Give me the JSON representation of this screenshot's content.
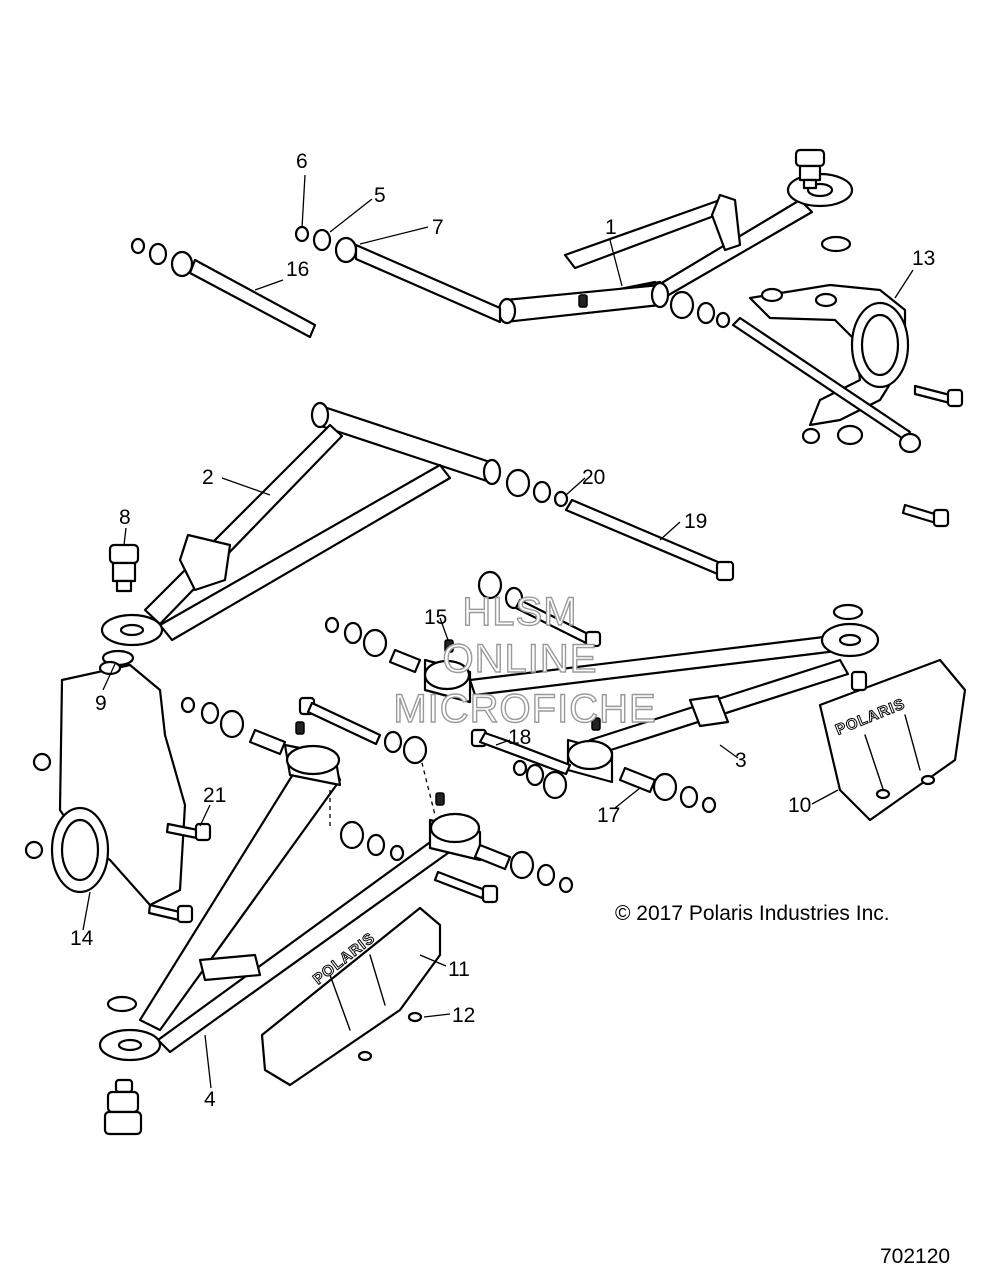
{
  "callouts": [
    {
      "id": "c1",
      "label": "1"
    },
    {
      "id": "c2",
      "label": "2"
    },
    {
      "id": "c3",
      "label": "3"
    },
    {
      "id": "c4",
      "label": "4"
    },
    {
      "id": "c5",
      "label": "5"
    },
    {
      "id": "c6",
      "label": "6"
    },
    {
      "id": "c7",
      "label": "7"
    },
    {
      "id": "c8",
      "label": "8"
    },
    {
      "id": "c9",
      "label": "9"
    },
    {
      "id": "c10",
      "label": "10"
    },
    {
      "id": "c11",
      "label": "11"
    },
    {
      "id": "c12",
      "label": "12"
    },
    {
      "id": "c13",
      "label": "13"
    },
    {
      "id": "c14",
      "label": "14"
    },
    {
      "id": "c15",
      "label": "15"
    },
    {
      "id": "c16",
      "label": "16"
    },
    {
      "id": "c17",
      "label": "17"
    },
    {
      "id": "c18",
      "label": "18"
    },
    {
      "id": "c19",
      "label": "19"
    },
    {
      "id": "c20",
      "label": "20"
    },
    {
      "id": "c21",
      "label": "21"
    }
  ],
  "watermark": {
    "line1": "HLSM",
    "line2": "ONLINE",
    "line3": "MICROFICHE"
  },
  "copyright": "© 2017 Polaris Industries Inc.",
  "diagram_number": "702120",
  "guard_logo": "POLARIS"
}
